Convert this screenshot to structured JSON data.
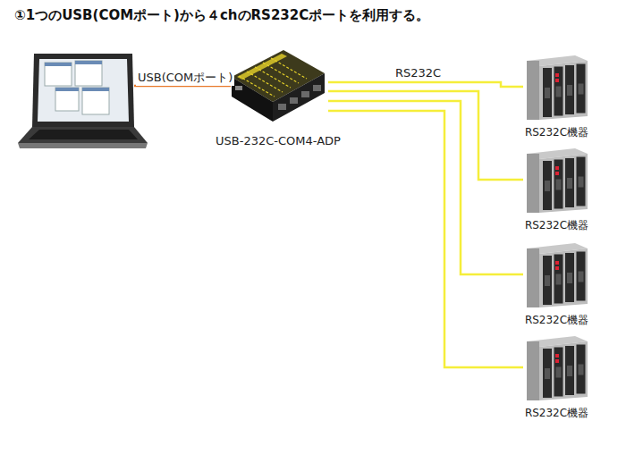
{
  "diagram": {
    "title": "①1つのUSB(COMポート)から４chのRS232Cポートを利用する。",
    "nodes": [
      {
        "text": [
          "USB-232C-COM4-ADP"
        ]
      },
      {
        "text": [
          "RS232C機器"
        ]
      },
      {
        "text": [
          "RS232C機器"
        ]
      },
      {
        "text": [
          "RS232C機器"
        ]
      },
      {
        "text": [
          "RS232C機器"
        ]
      }
    ],
    "edges": [
      {
        "from": 0,
        "to": 1,
        "arrow": "none",
        "label": "RS232C"
      },
      {
        "from": 0,
        "to": 2,
        "arrow": "none"
      },
      {
        "from": 0,
        "to": 3,
        "arrow": "none"
      },
      {
        "from": 0,
        "to": 4,
        "arrow": "none"
      }
    ],
    "labels": [
      "USB(COMポート)"
    ]
  }
}
